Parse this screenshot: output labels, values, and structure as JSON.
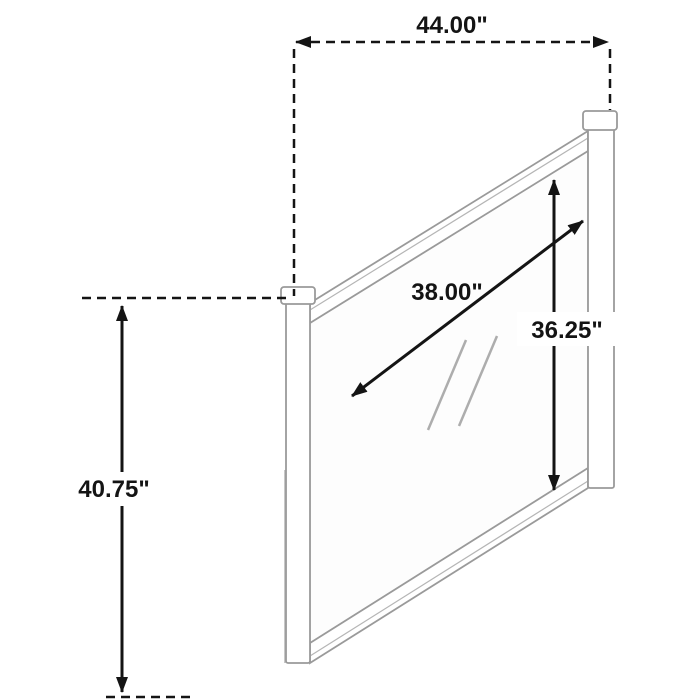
{
  "diagram": {
    "subject": "framed mirror dimensional drawing",
    "labels": {
      "overall_width": "44.00\"",
      "overall_height": "40.75\"",
      "glass_width": "38.00\"",
      "glass_height": "36.25\""
    },
    "colors": {
      "dimension_line": "#141414",
      "frame_stroke": "#9a9a9a",
      "glass_fill": "#fdfdfd",
      "background": "#ffffff"
    }
  }
}
